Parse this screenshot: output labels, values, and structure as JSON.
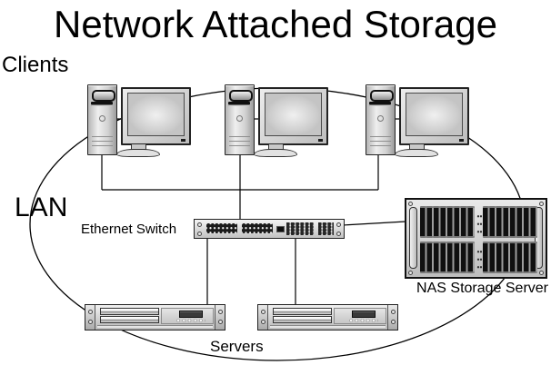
{
  "title": "Network Attached Storage",
  "labels": {
    "clients": "Clients",
    "lan": "LAN",
    "ethernet_switch": "Ethernet Switch",
    "nas": "NAS Storage Server",
    "servers": "Servers"
  },
  "topology": {
    "network": "LAN",
    "nodes": [
      {
        "id": "client-1",
        "type": "desktop-computer",
        "group": "Clients"
      },
      {
        "id": "client-2",
        "type": "desktop-computer",
        "group": "Clients"
      },
      {
        "id": "client-3",
        "type": "desktop-computer",
        "group": "Clients"
      },
      {
        "id": "ethernet-switch",
        "type": "switch",
        "label": "Ethernet Switch"
      },
      {
        "id": "server-1",
        "type": "rack-server",
        "group": "Servers"
      },
      {
        "id": "server-2",
        "type": "rack-server",
        "group": "Servers"
      },
      {
        "id": "nas-storage-server",
        "type": "storage-array",
        "label": "NAS Storage Server"
      }
    ],
    "connections": [
      [
        "client-1",
        "ethernet-switch"
      ],
      [
        "client-2",
        "ethernet-switch"
      ],
      [
        "client-3",
        "ethernet-switch"
      ],
      [
        "ethernet-switch",
        "server-1"
      ],
      [
        "ethernet-switch",
        "server-2"
      ],
      [
        "ethernet-switch",
        "nas-storage-server"
      ]
    ]
  },
  "counts": {
    "clients": 3,
    "servers": 2,
    "switch_port_blocks": 2,
    "nas_drive_rows": 2,
    "nas_drive_groups_per_row": 2
  },
  "colors": {
    "background": "#ffffff",
    "line": "#000000",
    "text": "#000000",
    "device_light": "#efefef",
    "device_dark": "#9c9c9c",
    "bay_dark": "#101010"
  }
}
